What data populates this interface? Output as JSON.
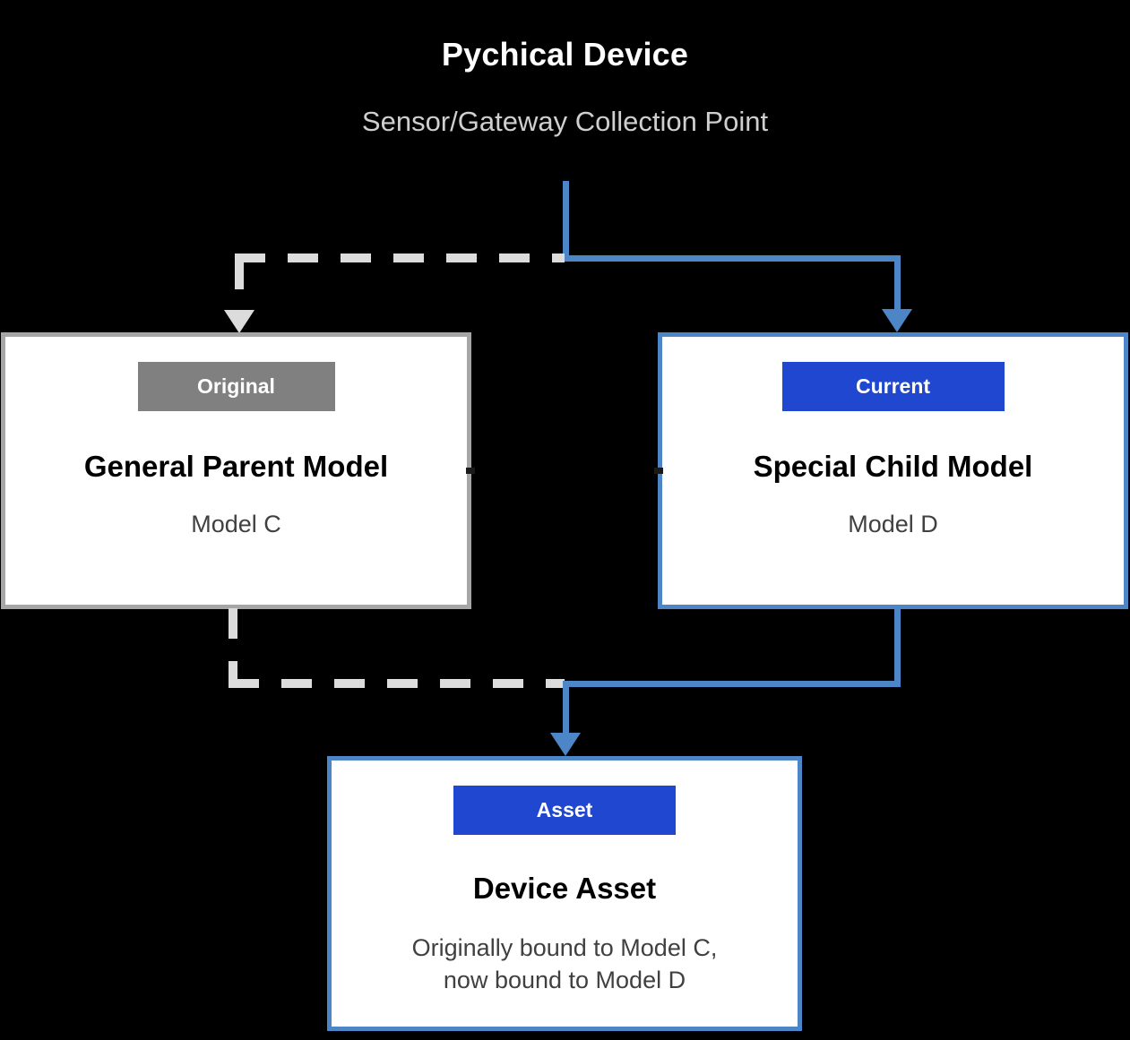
{
  "header": {
    "title": "Pychical Device",
    "subtitle": "Sensor/Gateway Collection Point"
  },
  "colors": {
    "background": "#000000",
    "title_text": "#ffffff",
    "subtitle_text": "#cfcfcf",
    "gray_border": "#a6a6a6",
    "blue_border": "#4d86c6",
    "gray_badge": "#808080",
    "blue_badge": "#1f47cf",
    "dashed_line": "#dcdcdc",
    "solid_line": "#4d86c6",
    "node_fill": "#ffffff"
  },
  "nodes": [
    {
      "id": "general-parent-model",
      "badge": "Original",
      "badge_style": "gray",
      "title": "General Parent Model",
      "subtitle": "Model C",
      "border_style": "gray"
    },
    {
      "id": "special-child-model",
      "badge": "Current",
      "badge_style": "blue",
      "title": "Special Child Model",
      "subtitle": "Model D",
      "border_style": "blue"
    },
    {
      "id": "device-asset",
      "badge": "Asset",
      "badge_style": "blue",
      "title": "Device Asset",
      "subtitle_line1": "Originally bound to Model C,",
      "subtitle_line2": "now bound to Model D",
      "border_style": "blue"
    }
  ],
  "connectors": [
    {
      "id": "device-to-child",
      "style": "solid",
      "color": "#4d86c6",
      "from": "Pychical Device",
      "to": "Special Child Model"
    },
    {
      "id": "device-to-parent",
      "style": "dashed",
      "color": "#dcdcdc",
      "from": "Pychical Device",
      "to": "General Parent Model"
    },
    {
      "id": "child-to-asset",
      "style": "solid",
      "color": "#4d86c6",
      "from": "Special Child Model",
      "to": "Device Asset"
    },
    {
      "id": "parent-to-asset",
      "style": "dashed",
      "color": "#dcdcdc",
      "from": "General Parent Model",
      "to": "Device Asset"
    }
  ]
}
